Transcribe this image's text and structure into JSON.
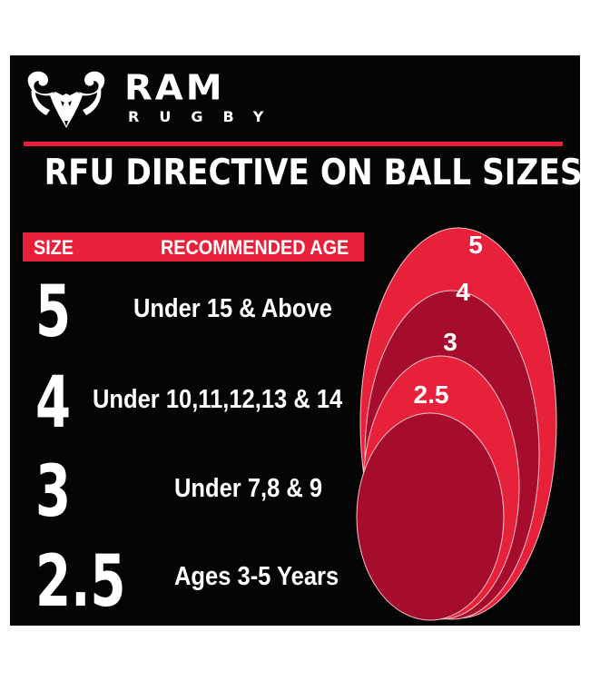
{
  "brand": {
    "name": "RAM",
    "sub": "RUGBY",
    "logo_icon": "ram-head-icon"
  },
  "title": "RFU DIRECTIVE ON BALL SIZES",
  "table": {
    "header_size": "SIZE",
    "header_age": "RECOMMENDED AGE",
    "rows": [
      {
        "size": "5",
        "age": "Under 15 & Above"
      },
      {
        "size": "4",
        "age": "Under 10,11,12,13 & 14"
      },
      {
        "size": "3",
        "age": "Under 7,8 & 9"
      },
      {
        "size": "2.5",
        "age": "Ages 3-5 Years"
      }
    ]
  },
  "balls": {
    "labels": [
      "5",
      "4",
      "3",
      "2.5"
    ]
  },
  "colors": {
    "background": "#050505",
    "accent_red": "#e8213a",
    "ball_light": "#e8213a",
    "ball_dark": "#a60c2c",
    "text": "#ffffff"
  }
}
